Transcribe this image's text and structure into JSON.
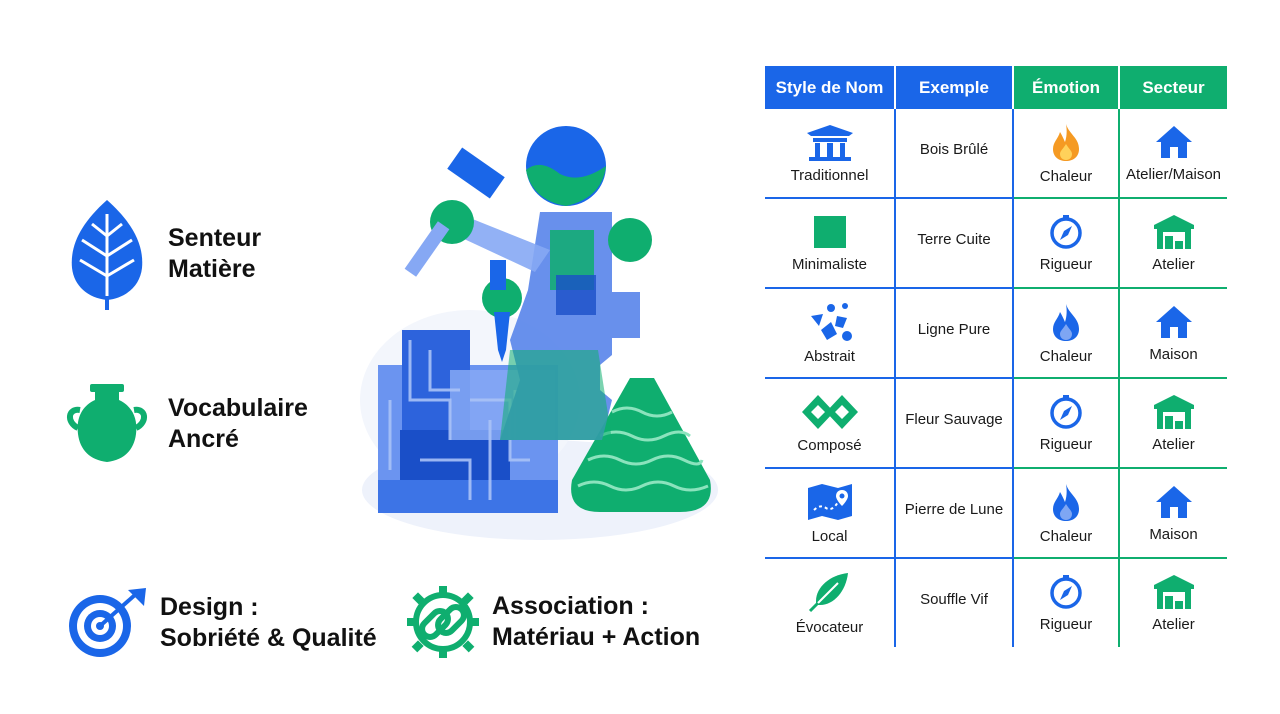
{
  "features": [
    {
      "line1": "Senteur",
      "line2": "Matière",
      "icon": "leaf-icon",
      "color": "#1a66e8"
    },
    {
      "line1": "Vocabulaire",
      "line2": "Ancré",
      "icon": "vase-icon",
      "color": "#0fae6f"
    },
    {
      "line1": "Design :",
      "line2": "Sobriété & Qualité",
      "icon": "target-icon",
      "color": "#1a66e8"
    },
    {
      "line1": "Association :",
      "line2": "Matériau + Action",
      "icon": "chain-gear-icon",
      "color": "#0fae6f"
    }
  ],
  "table": {
    "headers": [
      "Style de Nom",
      "Exemple",
      "Émotion",
      "Secteur"
    ],
    "rows": [
      {
        "style": "Traditionnel",
        "style_icon": "temple-icon",
        "example": "Bois Brûlé",
        "emotion": "Chaleur",
        "emotion_icon": "flame-icon",
        "sector": "Atelier/Maison",
        "sector_icon": "house-icon"
      },
      {
        "style": "Minimaliste",
        "style_icon": "square-icon",
        "example": "Terre Cuite",
        "emotion": "Rigueur",
        "emotion_icon": "compass-icon",
        "sector": "Atelier",
        "sector_icon": "workshop-icon"
      },
      {
        "style": "Abstrait",
        "style_icon": "shapes-icon",
        "example": "Ligne Pure",
        "emotion": "Chaleur",
        "emotion_icon": "flame-icon",
        "sector": "Maison",
        "sector_icon": "house-icon"
      },
      {
        "style": "Composé",
        "style_icon": "diamonds-icon",
        "example": "Fleur Sauvage",
        "emotion": "Rigueur",
        "emotion_icon": "compass-icon",
        "sector": "Atelier",
        "sector_icon": "workshop-icon"
      },
      {
        "style": "Local",
        "style_icon": "map-icon",
        "example": "Pierre de Lune",
        "emotion": "Chaleur",
        "emotion_icon": "flame-icon",
        "sector": "Maison",
        "sector_icon": "house-icon"
      },
      {
        "style": "Évocateur",
        "style_icon": "feather-icon",
        "example": "Souffle Vif",
        "emotion": "Rigueur",
        "emotion_icon": "compass-icon",
        "sector": "Atelier",
        "sector_icon": "workshop-icon"
      }
    ]
  },
  "colors": {
    "blue": "#1a66e8",
    "green": "#0fae6f",
    "orange": "#f59a23"
  }
}
